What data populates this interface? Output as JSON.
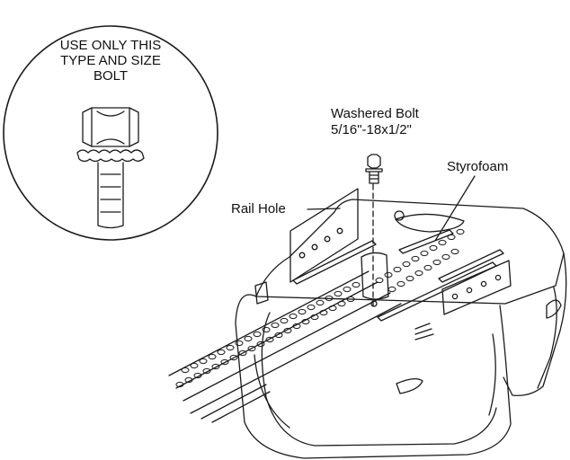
{
  "callout": {
    "line1": "USE ONLY THIS",
    "line2": "TYPE AND SIZE",
    "line3": "BOLT"
  },
  "labels": {
    "washered_bolt": "Washered Bolt",
    "bolt_size": "5/16\"-18x1/2\"",
    "styrofoam": "Styrofoam",
    "rail_hole": "Rail Hole"
  },
  "colors": {
    "line": "#1a1a1a",
    "background": "#ffffff"
  }
}
